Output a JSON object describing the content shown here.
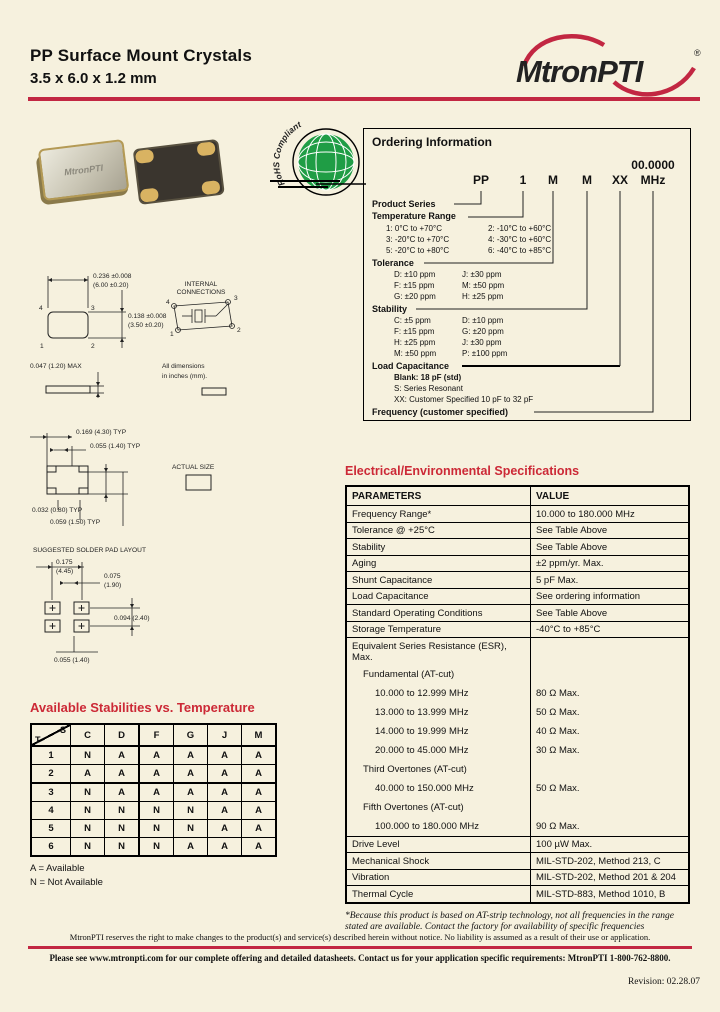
{
  "header": {
    "title_line1": "PP Surface Mount Crystals",
    "title_line2": "3.5 x 6.0 x 1.2 mm",
    "logo_text": "MtronPTI",
    "logo_reg": "®"
  },
  "colors": {
    "accent_red": "#c22742",
    "heading_red": "#cc2936",
    "rohs_green": "#1f9d45",
    "pad_gold": "#d2a94f"
  },
  "photos": {
    "lid_text": "MtronPTI"
  },
  "rohs": {
    "label": "RoHS Compliant"
  },
  "ordering": {
    "title": "Ordering Information",
    "code_product": "PP",
    "code_temp": "1",
    "code_tolerance": "M",
    "code_stability": "M",
    "code_load": "XX",
    "freq_value": "00.0000",
    "freq_unit": "MHz",
    "product_series_label": "Product Series",
    "temp_label": "Temperature Range",
    "temp_options": [
      "1:  0°C to +70°C",
      "2: -10°C to +60°C",
      "3: -20°C to +70°C",
      "4: -30°C to +60°C",
      "5: -20°C to +80°C",
      "6: -40°C to +85°C"
    ],
    "tolerance_label": "Tolerance",
    "tolerance_options": [
      "D:  ±10 ppm",
      "J:  ±30 ppm",
      "F:  ±15 ppm",
      "M:  ±50 ppm",
      "G:  ±20 ppm",
      "H:  ±25 ppm"
    ],
    "stability_label": "Stability",
    "stability_options": [
      "C:  ±5 ppm",
      "D:  ±10 ppm",
      "F:  ±15 ppm",
      "G:  ±20 ppm",
      "H:  ±25 ppm",
      "J:  ±30 ppm",
      "M:  ±50 ppm",
      "P:  ±100 ppm"
    ],
    "load_label": "Load Capacitance",
    "load_options": [
      "Blank:  18 pF (std)",
      "S:  Series Resonant",
      "XX:  Customer Specified 10 pF to 32 pF"
    ],
    "frequency_label": "Frequency (customer specified)"
  },
  "drawings": {
    "top_view": {
      "width_in": "0.236 ±0.008",
      "width_mm": "(6.00 ±0.20)",
      "height_in": "0.138 ±0.008",
      "height_mm": "(3.50 ±0.20)",
      "pin_tl": "4",
      "pin_tr": "3",
      "pin_bl": "1",
      "pin_br": "2"
    },
    "internal": {
      "title_line1": "INTERNAL",
      "title_line2": "CONNECTIONS",
      "pin_tl": "4",
      "pin_tr": "3",
      "pin_bl": "1",
      "pin_br": "2"
    },
    "side_dim": "0.047 (1.20) MAX",
    "note_line1": "All dimensions",
    "note_line2": "in inches (mm).",
    "bottom_view": {
      "dim_outer": "0.169 (4.30) TYP",
      "dim_inner": "0.055 (1.40) TYP",
      "dim_pad_w": "0.032 (0.80) TYP",
      "dim_pad_h": "0.059 (1.50) TYP"
    },
    "actual_size_label": "ACTUAL SIZE",
    "pad_layout": {
      "title": "SUGGESTED SOLDER PAD LAYOUT",
      "dim_pitch_in": "0.175",
      "dim_pitch_mm": "(4.45)",
      "dim_gap_in": "0.075",
      "dim_gap_mm": "(1.90)",
      "dim_row": "0.094 (2.40)",
      "dim_pad": "0.055 (1.40)"
    }
  },
  "stab_table": {
    "title": "Available Stabilities vs. Temperature",
    "corner_s": "S",
    "corner_t": "T",
    "columns": [
      "C",
      "D",
      "F",
      "G",
      "J",
      "M"
    ],
    "rows": [
      {
        "t": "1",
        "c": [
          "N",
          "A",
          "A",
          "A",
          "A",
          "A"
        ]
      },
      {
        "t": "2",
        "c": [
          "A",
          "A",
          "A",
          "A",
          "A",
          "A"
        ]
      },
      {
        "t": "3",
        "c": [
          "N",
          "A",
          "A",
          "A",
          "A",
          "A"
        ]
      },
      {
        "t": "4",
        "c": [
          "N",
          "N",
          "N",
          "N",
          "A",
          "A"
        ]
      },
      {
        "t": "5",
        "c": [
          "N",
          "N",
          "N",
          "N",
          "A",
          "A"
        ]
      },
      {
        "t": "6",
        "c": [
          "N",
          "N",
          "N",
          "A",
          "A",
          "A"
        ]
      }
    ],
    "legend_a": "A = Available",
    "legend_n": "N = Not Available"
  },
  "spec_table": {
    "title": "Electrical/Environmental Specifications",
    "header": {
      "param": "PARAMETERS",
      "value": "VALUE"
    },
    "rows": [
      {
        "p": "Frequency Range*",
        "v": "10.000 to 180.000 MHz"
      },
      {
        "p": "Tolerance @ +25°C",
        "v": "See Table Above"
      },
      {
        "p": "Stability",
        "v": "See Table Above"
      },
      {
        "p": "Aging",
        "v": "±2 ppm/yr. Max."
      },
      {
        "p": "Shunt Capacitance",
        "v": "5 pF Max."
      },
      {
        "p": "Load Capacitance",
        "v": "See ordering information"
      },
      {
        "p": "Standard Operating Conditions",
        "v": "See Table Above"
      },
      {
        "p": "Storage Temperature",
        "v": "-40°C to +85°C"
      },
      {
        "p": "Equivalent Series Resistance (ESR), Max.",
        "v": ""
      },
      {
        "p": "Fundamental (AT-cut)",
        "v": ""
      },
      {
        "p": "10.000 to 12.999 MHz",
        "v": "80 Ω Max."
      },
      {
        "p": "13.000 to 13.999 MHz",
        "v": "50 Ω Max."
      },
      {
        "p": "14.000 to 19.999 MHz",
        "v": "40 Ω Max."
      },
      {
        "p": "20.000 to 45.000 MHz",
        "v": "30 Ω Max."
      },
      {
        "p": "Third Overtones (AT-cut)",
        "v": ""
      },
      {
        "p": "40.000 to 150.000 MHz",
        "v": "50 Ω Max."
      },
      {
        "p": "Fifth Overtones (AT-cut)",
        "v": ""
      },
      {
        "p": "100.000 to 180.000 MHz",
        "v": "90 Ω Max."
      },
      {
        "p": "Drive Level",
        "v": "100 µW Max."
      },
      {
        "p": "Mechanical Shock",
        "v": "MIL-STD-202, Method 213, C"
      },
      {
        "p": "Vibration",
        "v": "MIL-STD-202, Method 201 & 204"
      },
      {
        "p": "Thermal Cycle",
        "v": "MIL-STD-883, Method 1010, B"
      }
    ],
    "footnote": "*Because this product is based on AT-strip technology, not all frequencies in the range stated are available.  Contact the factory for availability of specific frequencies"
  },
  "footer": {
    "line1": "MtronPTI reserves the right to make changes to the product(s) and service(s) described herein without notice. No liability is assumed as a result of their use or application.",
    "line2": "Please see www.mtronpti.com for our complete offering and detailed datasheets. Contact us for your application specific requirements: MtronPTI 1-800-762-8800.",
    "revision": "Revision: 02.28.07"
  }
}
